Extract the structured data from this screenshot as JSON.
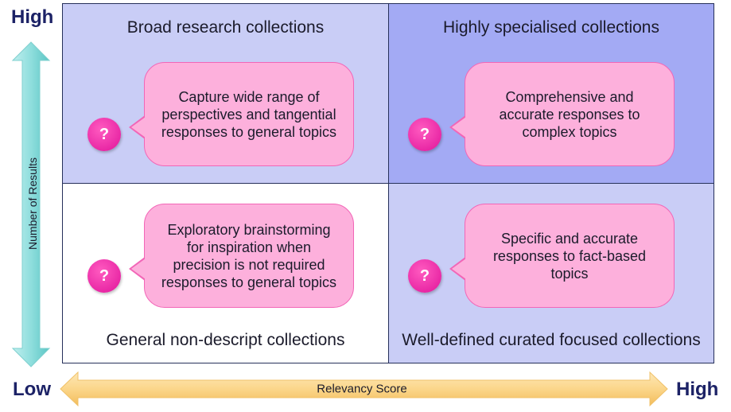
{
  "y_axis": {
    "high_label": "High",
    "low_label": "Low",
    "title": "Number of Results"
  },
  "x_axis": {
    "high_label": "High",
    "title": "Relevancy Score"
  },
  "quadrants": {
    "top_left": {
      "title": "Broad research collections",
      "description": "Capture wide range of perspectives and tangential responses to general topics",
      "icon_text": "?"
    },
    "top_right": {
      "title": "Highly specialised collections",
      "description": "Comprehensive and accurate responses to complex topics",
      "icon_text": "?"
    },
    "bottom_left": {
      "title": "General non-descript collections",
      "description": "Exploratory brainstorming for inspiration when precision is not required responses to general topics",
      "icon_text": "?"
    },
    "bottom_right": {
      "title": "Well-defined curated focused collections",
      "description": "Specific and accurate responses to fact-based topics",
      "icon_text": "?"
    }
  },
  "icons": {
    "question": "question-mark-icon",
    "y_arrow": "vertical-double-arrow-icon",
    "x_arrow": "horizontal-double-arrow-icon"
  },
  "colors": {
    "quadrant_light": "#c9cdf6",
    "quadrant_dark": "#a3aaf4",
    "quadrant_white": "#ffffff",
    "bubble_fill": "#fdb0dc",
    "bubble_border": "#f266b7",
    "question_fill": "#e91e9f",
    "y_arrow": "#8fdedd",
    "x_arrow": "#fbd68a",
    "axis_label": "#1c2266"
  }
}
